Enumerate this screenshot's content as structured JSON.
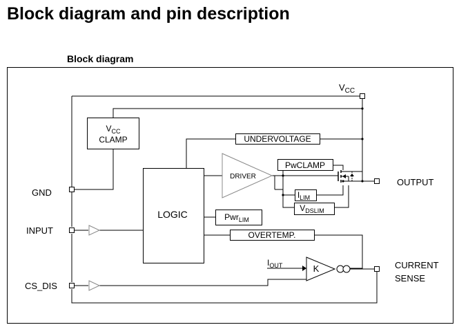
{
  "header": {
    "title": "Block diagram and pin description",
    "section_title": "Block diagram"
  },
  "pins": {
    "vcc": {
      "main": "V",
      "sub": "CC"
    },
    "gnd": "GND",
    "input": "INPUT",
    "cs_dis": "CS_DIS",
    "output": "OUTPUT",
    "current_sense_line1": "CURRENT",
    "current_sense_line2": "SENSE"
  },
  "blocks": {
    "vcc_clamp": {
      "main": "V",
      "sub": "CC",
      "line2": "CLAMP"
    },
    "undervoltage": "UNDERVOLTAGE",
    "driver": "DRIVER",
    "pwclamp": "PwCLAMP",
    "ilim": {
      "main": "I",
      "sub": "LIM"
    },
    "vdslim": {
      "main": "V",
      "sub": "DSLIM"
    },
    "logic": "LOGIC",
    "pwrlim": {
      "main": "Pwr",
      "sub": "LIM"
    },
    "overtemp": "OVERTEMP.",
    "iout": {
      "main": "I",
      "sub": "OUT"
    },
    "k": "K"
  }
}
